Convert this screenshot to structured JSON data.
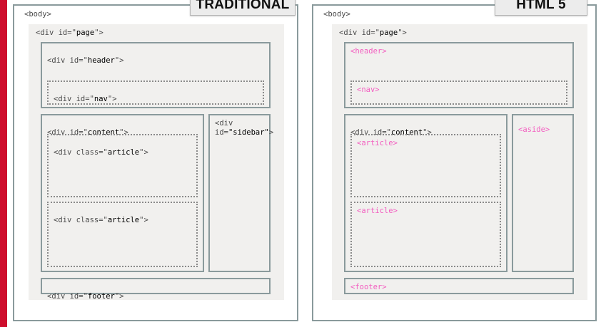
{
  "accent_colors": {
    "red_bar": "#ce0e2d",
    "tag_name": "#4a4a4a",
    "attribute_value": "#f35ec0",
    "border": "#8a9a9c",
    "page_background": "#f1f0ee",
    "badge_background": "#ececec"
  },
  "panels": [
    {
      "id": "traditional",
      "badge": "TRADITIONAL",
      "body_label": "<body>",
      "page_label_pre": "<div id=\"",
      "page_label_val": "page",
      "page_label_post": "\">",
      "regions": [
        {
          "name": "header",
          "style": "solid",
          "label_pre": "<div id=\"",
          "label_val": "header",
          "label_post": "\">"
        },
        {
          "name": "nav",
          "style": "dotted",
          "label_pre": "<div id=\"",
          "label_val": "nav",
          "label_post": "\">"
        },
        {
          "name": "content",
          "style": "solid",
          "label_pre": "<div id=\"",
          "label_val": "content",
          "label_post": "\">"
        },
        {
          "name": "article-1",
          "style": "dotted",
          "label_pre": "<div class=\"",
          "label_val": "article",
          "label_post": "\">"
        },
        {
          "name": "article-2",
          "style": "dotted",
          "label_pre": "<div class=\"",
          "label_val": "article",
          "label_post": "\">"
        },
        {
          "name": "sidebar",
          "style": "solid",
          "label_pre": "<div id=",
          "label_val": "\"sidebar\"",
          "label_post": ">"
        },
        {
          "name": "footer",
          "style": "solid",
          "label_pre": "<div id=\"",
          "label_val": "footer",
          "label_post": "\">"
        }
      ]
    },
    {
      "id": "html5",
      "badge": "HTML 5",
      "body_label": "<body>",
      "page_label_pre": "<div id=\"",
      "page_label_val": "page",
      "page_label_post": "\">",
      "regions": [
        {
          "name": "header",
          "style": "solid",
          "label": "<header>"
        },
        {
          "name": "nav",
          "style": "dotted",
          "label": "<nav>"
        },
        {
          "name": "content",
          "style": "solid",
          "label_pre": "<div id=\"",
          "label_val": "content",
          "label_post": "\">"
        },
        {
          "name": "article-1",
          "style": "dotted",
          "label": "<article>"
        },
        {
          "name": "article-2",
          "style": "dotted",
          "label": "<article>"
        },
        {
          "name": "aside",
          "style": "solid",
          "label": "<aside>"
        },
        {
          "name": "footer",
          "style": "solid",
          "label": "<footer>"
        }
      ]
    }
  ]
}
